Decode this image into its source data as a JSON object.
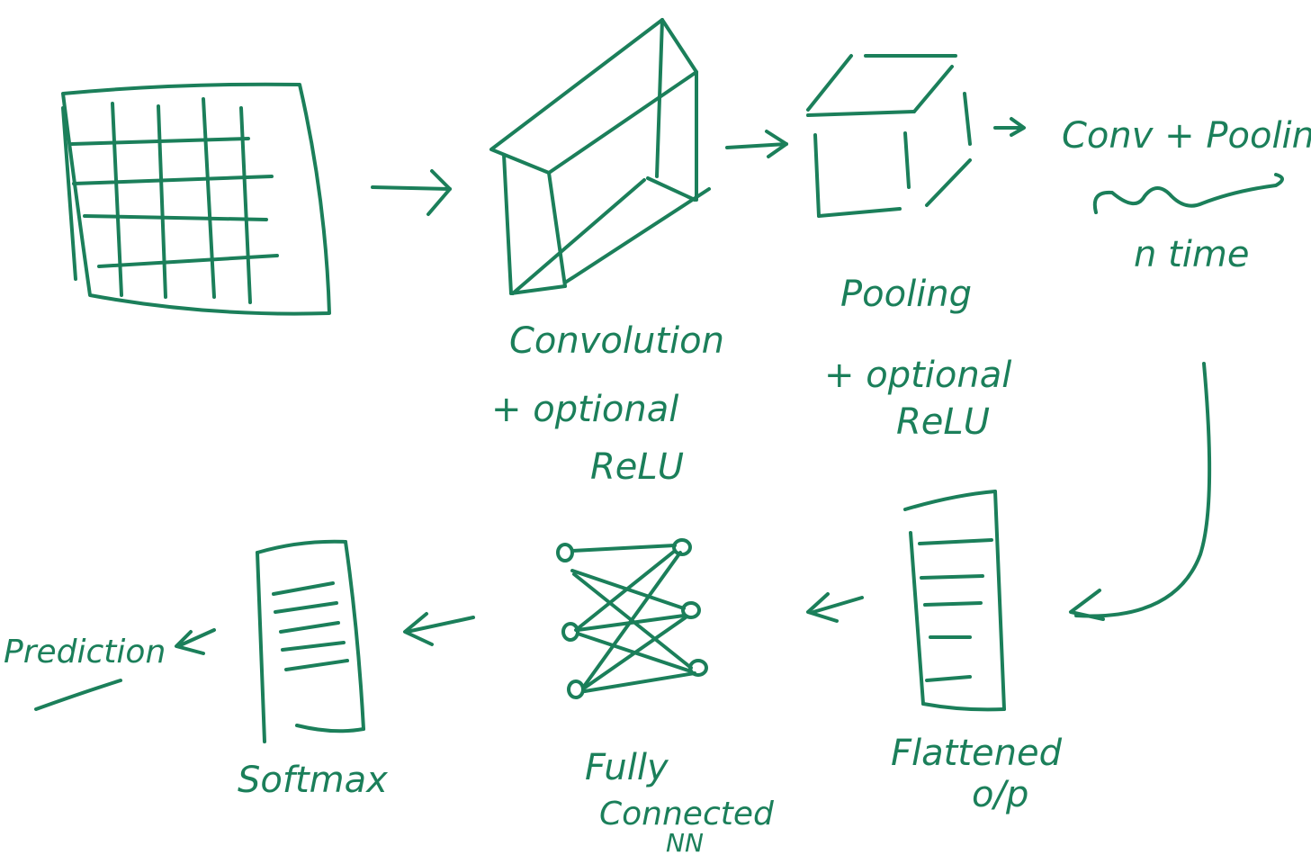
{
  "ink_color": "#1b7f5a",
  "labels": {
    "convolution": [
      "Convolution",
      "+ optional",
      "ReLU"
    ],
    "pooling": [
      "Pooling",
      "+ optional",
      "ReLU"
    ],
    "conv_pooling": [
      "Conv + Pooling",
      "n time"
    ],
    "flattened": [
      "Flattened",
      "o/p"
    ],
    "fully_connected": [
      "Fully",
      "Connected",
      "NN"
    ],
    "softmax": "Softmax",
    "prediction": "Prediction"
  }
}
